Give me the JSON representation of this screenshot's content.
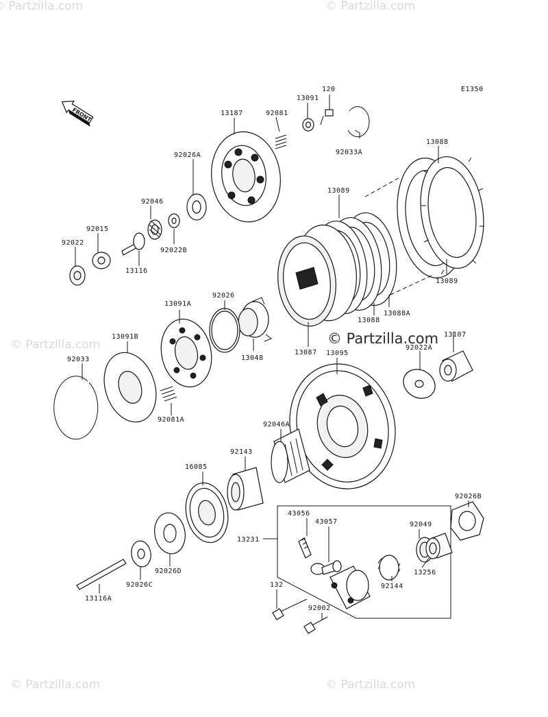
{
  "diagram_code": "E1350",
  "front_label": "FRONT",
  "watermarks": {
    "main": "© Partzilla.com",
    "faint": "© Partzilla.com"
  },
  "labels": {
    "p13091": "13091",
    "p120": "120",
    "p13187": "13187",
    "p92081": "92081",
    "p92033A": "92033A",
    "p13088_top": "13088",
    "p92026A": "92026A",
    "p92046": "92046",
    "p13089_top": "13089",
    "p92015": "92015",
    "p92022": "92022",
    "p92022B": "92022B",
    "p13116": "13116",
    "p13089_right": "13089",
    "p13091A": "13091A",
    "p92026": "92026",
    "p13088A": "13088A",
    "p13088_mid": "13088",
    "p13091B": "13091B",
    "p13107": "13107",
    "p13087": "13087",
    "p13095": "13095",
    "p13048": "13048",
    "p92033": "92033",
    "p92022A": "92022A",
    "p92081A": "92081A",
    "p92046A": "92046A",
    "p92143": "92143",
    "p16085": "16085",
    "p92026B": "92026B",
    "p43056": "43056",
    "p43057": "43057",
    "p92049": "92049",
    "p13231": "13231",
    "p13256": "13256",
    "p92026D": "92026D",
    "p92026C": "92026C",
    "p132": "132",
    "p92144": "92144",
    "p92002": "92002",
    "p13116A": "13116A"
  }
}
